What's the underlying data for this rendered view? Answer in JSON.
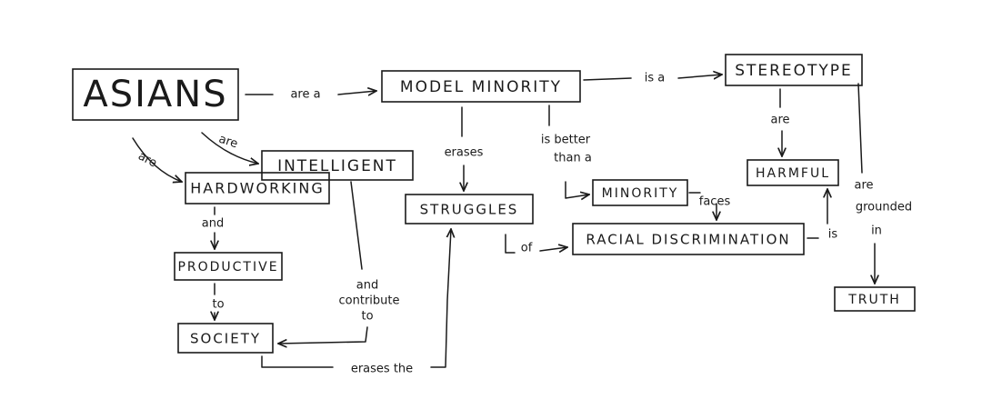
{
  "diagram": {
    "nodes": {
      "asians": "ASIANS",
      "model_minority": "MODEL MINORITY",
      "stereotype": "STEREOTYPE",
      "intelligent": "INTELLIGENT",
      "hardworking": "HARDWORKING",
      "productive": "PRODUCTIVE",
      "society": "SOCIETY",
      "struggles": "STRUGGLES",
      "minority": "MINORITY",
      "racial_discrimination": "RACIAL DISCRIMINATION",
      "harmful": "HARMFUL",
      "truth": "TRUTH"
    },
    "edges": {
      "asians_model_minority": "are a",
      "model_minority_stereotype": "is a",
      "asians_intelligent": "are",
      "asians_hardworking": "are",
      "hardworking_productive": "and",
      "productive_society": "to",
      "intelligent_society_1": "and",
      "intelligent_society_2": "contribute",
      "intelligent_society_3": "to",
      "society_struggles": "erases the",
      "model_minority_struggles": "erases",
      "better_1": "is better",
      "better_2": "than a",
      "minority_faces": "faces",
      "struggles_of": "of",
      "stereotype_are": "are",
      "discrimination_is": "is",
      "grounded_1": "are",
      "grounded_2": "grounded",
      "grounded_3": "in"
    }
  }
}
